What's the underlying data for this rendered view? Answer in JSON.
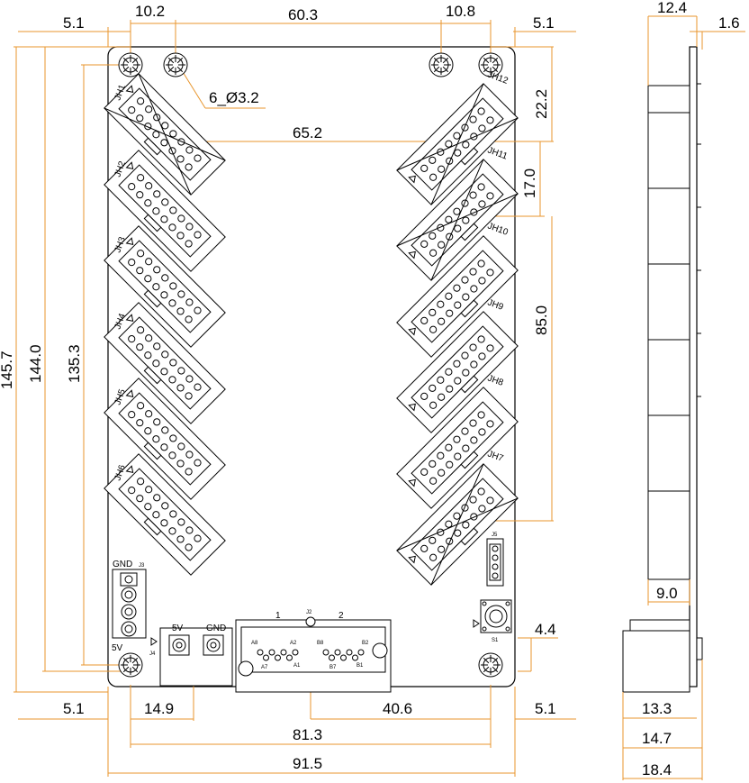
{
  "colors": {
    "dimension": "#e8962e",
    "outline": "#000000",
    "background": "#ffffff"
  },
  "dimensions": {
    "top_left_margin": "5.1",
    "top_hole_a": "10.2",
    "top_span": "60.3",
    "top_hole_b": "10.8",
    "top_right_margin": "5.1",
    "hole_note": "6_Ø3.2",
    "header_width": "65.2",
    "right_top_offset": "22.2",
    "header_pitch": "17.0",
    "right_span": "85.0",
    "height_total": "145.7",
    "height_holes": "144.0",
    "height_inner": "135.3",
    "right_bottom_offset": "4.4",
    "bottom_left_margin": "5.1",
    "bottom_conn": "14.9",
    "bottom_mid": "40.6",
    "bottom_right_margin": "5.1",
    "bottom_hole_span": "81.3",
    "bottom_total": "91.5",
    "side_top": "12.4",
    "side_thickness": "1.6",
    "side_height": "9.0",
    "side_b1": "13.3",
    "side_b2": "14.7",
    "side_b3": "18.4"
  },
  "headers_left": [
    "JH1",
    "JH2",
    "JH3",
    "JH4",
    "JH5",
    "JH6"
  ],
  "headers_right": [
    "JH12",
    "JH11",
    "JH10",
    "JH9",
    "JH8",
    "JH7"
  ],
  "components": {
    "gnd_label": "GND",
    "j3_label": "J3",
    "v5_label": "5V",
    "j4_label": "J4",
    "j2_label": "J2",
    "conn_side_1": "1",
    "conn_side_2": "2",
    "pins_a8": "A8",
    "pins_a2": "A2",
    "pins_a7": "A7",
    "pins_a1": "A1",
    "pins_b8": "B8",
    "pins_b2": "B2",
    "pins_b7": "B7",
    "pins_b1": "B1",
    "s1_label": "S1",
    "j5_label": "J5"
  }
}
